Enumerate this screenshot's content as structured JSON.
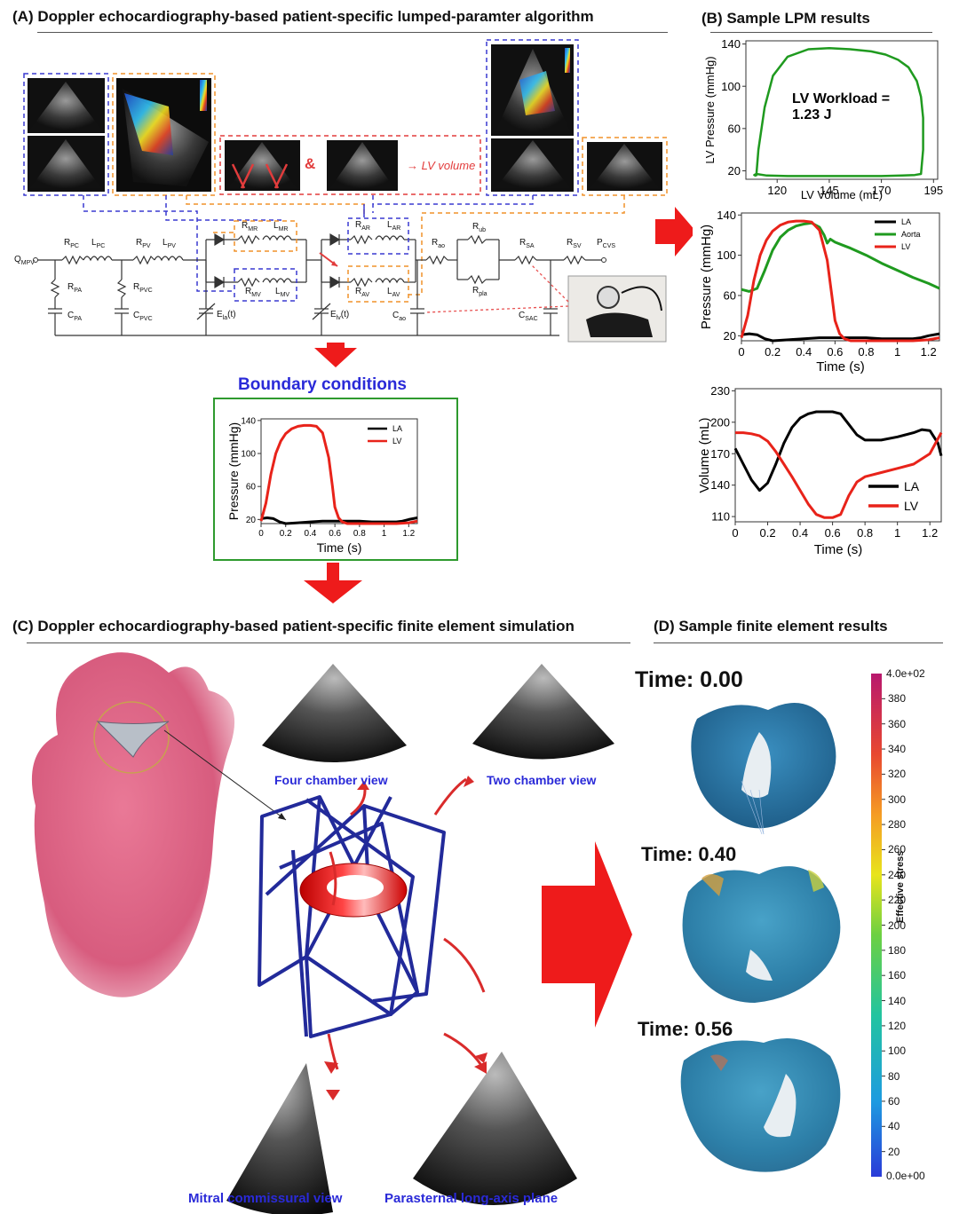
{
  "panels": {
    "a_title": "(A) Doppler echocardiography-based patient-specific lumped-paramter algorithm",
    "b_title": "(B) Sample LPM results",
    "c_title": "(C) Doppler echocardiography-based patient-specific finite element simulation",
    "d_title": "(D) Sample finite element results"
  },
  "panel_a": {
    "lv_volume_label": "→ LV volume",
    "ampersand": "&",
    "boundary_title": "Boundary conditions",
    "circuit_labels": {
      "qmpv": "Q",
      "qmpv_sub": "MPV",
      "rpc": "R",
      "rpc_sub": "PC",
      "lpc": "L",
      "lpc_sub": "PC",
      "rpv": "R",
      "rpv_sub": "PV",
      "lpv": "L",
      "lpv_sub": "PV",
      "rpa": "R",
      "rpa_sub": "PA",
      "cpa": "C",
      "cpa_sub": "PA",
      "rpvc": "R",
      "rpvc_sub": "PVC",
      "cpvc": "C",
      "cpvc_sub": "PVC",
      "rmr": "R",
      "rmr_sub": "MR",
      "lmr": "L",
      "lmr_sub": "MR",
      "rmv": "R",
      "rmv_sub": "MV",
      "lmv": "L",
      "lmv_sub": "MV",
      "ela": "E",
      "ela_sub": "la",
      "ela_t": "(t)",
      "elv": "E",
      "elv_sub": "lv",
      "elv_t": "(t)",
      "rar": "R",
      "rar_sub": "AR",
      "lar": "L",
      "lar_sub": "AR",
      "rav": "R",
      "rav_sub": "AV",
      "lav": "L",
      "lav_sub": "AV",
      "rao": "R",
      "rao_sub": "ao",
      "rub": "R",
      "rub_sub": "ub",
      "rpla": "R",
      "rpla_sub": "pla",
      "cao": "C",
      "cao_sub": "ao",
      "rsa": "R",
      "rsa_sub": "SA",
      "csac": "C",
      "csac_sub": "SAC",
      "rsv": "R",
      "rsv_sub": "SV",
      "pcvs": "P",
      "pcvs_sub": "CVS"
    }
  },
  "panel_c": {
    "four_chamber": "Four chamber view",
    "two_chamber": "Two chamber view",
    "mitral_commissural": "Mitral commissural view",
    "parasternal": "Parasternal long-axis plane"
  },
  "panel_d": {
    "time_labels": [
      "Time: 0.00",
      "Time: 0.40",
      "Time: 0.56"
    ],
    "colorbar": {
      "title": "Effective stress",
      "max_label": "4.0e+02",
      "min_label": "0.0e+00",
      "ticks": [
        "380",
        "360",
        "340",
        "320",
        "300",
        "280",
        "260",
        "240",
        "220",
        "200",
        "180",
        "160",
        "140",
        "120",
        "100",
        "80",
        "60",
        "40",
        "20"
      ]
    }
  },
  "chart_data": [
    {
      "id": "pv_loop",
      "type": "line",
      "xlabel": "LV Volume (mL)",
      "ylabel": "LV Pressure (mmHg)",
      "xlim": [
        105,
        197
      ],
      "ylim": [
        12,
        143
      ],
      "xticks": [
        120,
        145,
        170,
        195
      ],
      "yticks": [
        20,
        60,
        100,
        140
      ],
      "annotation": "LV Workload = 1.23 J",
      "series": [
        {
          "color": "#1f9a1f",
          "x": [
            110,
            111,
            114,
            118,
            125,
            135,
            145,
            155,
            165,
            172,
            178,
            183,
            187,
            189,
            190,
            190,
            189,
            186,
            180,
            170,
            155,
            140,
            125,
            115,
            110,
            109,
            110
          ],
          "y": [
            15,
            40,
            80,
            110,
            128,
            135,
            136,
            135,
            133,
            130,
            125,
            118,
            105,
            90,
            70,
            40,
            17,
            16,
            15.5,
            15,
            15,
            15,
            15,
            15.5,
            17,
            16,
            15
          ]
        }
      ]
    },
    {
      "id": "pressure_lpm",
      "type": "line",
      "xlabel": "Time (s)",
      "ylabel": "Pressure (mmHg)",
      "xlim": [
        0,
        1.27
      ],
      "ylim": [
        15,
        142
      ],
      "xticks": [
        0.0,
        0.2,
        0.4,
        0.6,
        0.8,
        1.0,
        1.2
      ],
      "yticks": [
        20,
        60,
        100,
        140
      ],
      "legend_position": "top-right",
      "series": [
        {
          "name": "LA",
          "color": "#000000",
          "x": [
            0,
            0.05,
            0.1,
            0.15,
            0.2,
            0.3,
            0.4,
            0.5,
            0.6,
            0.7,
            0.8,
            0.9,
            1.0,
            1.1,
            1.15,
            1.2,
            1.27
          ],
          "y": [
            21,
            22,
            21,
            17,
            15,
            16,
            17,
            18,
            18,
            18,
            18,
            17,
            17,
            17,
            18,
            20,
            22
          ]
        },
        {
          "name": "Aorta",
          "color": "#1f9a1f",
          "x": [
            0,
            0.05,
            0.1,
            0.15,
            0.2,
            0.25,
            0.3,
            0.35,
            0.4,
            0.45,
            0.5,
            0.53,
            0.55,
            0.57,
            0.6,
            0.65,
            0.7,
            0.8,
            0.9,
            1.0,
            1.1,
            1.2,
            1.27
          ],
          "y": [
            66,
            64,
            67,
            85,
            105,
            118,
            125,
            129,
            131,
            132,
            128,
            120,
            112,
            116,
            113,
            110,
            107,
            100,
            92,
            85,
            78,
            72,
            67
          ]
        },
        {
          "name": "LV",
          "color": "#e8231a",
          "x": [
            0,
            0.04,
            0.08,
            0.12,
            0.16,
            0.2,
            0.25,
            0.3,
            0.35,
            0.4,
            0.45,
            0.5,
            0.55,
            0.58,
            0.6,
            0.63,
            0.66,
            0.7,
            0.8,
            0.9,
            1.0,
            1.1,
            1.2,
            1.27
          ],
          "y": [
            18,
            40,
            75,
            100,
            115,
            124,
            130,
            133,
            134,
            134,
            133,
            125,
            95,
            60,
            35,
            22,
            17,
            15,
            15,
            15,
            15,
            15,
            16,
            18
          ]
        }
      ]
    },
    {
      "id": "volume_lpm",
      "type": "line",
      "xlabel": "Time (s)",
      "ylabel": "Volume (mL)",
      "xlim": [
        0,
        1.27
      ],
      "ylim": [
        105,
        232
      ],
      "xticks": [
        0.0,
        0.2,
        0.4,
        0.6,
        0.8,
        1.0,
        1.2
      ],
      "yticks": [
        110,
        140,
        170,
        200,
        230
      ],
      "legend_position": "bottom-right",
      "series": [
        {
          "name": "LA",
          "color": "#000000",
          "x": [
            0,
            0.05,
            0.1,
            0.15,
            0.2,
            0.25,
            0.3,
            0.35,
            0.4,
            0.45,
            0.5,
            0.55,
            0.6,
            0.65,
            0.7,
            0.75,
            0.8,
            0.9,
            1.0,
            1.1,
            1.15,
            1.2,
            1.25,
            1.27
          ],
          "y": [
            175,
            160,
            145,
            135,
            142,
            160,
            180,
            195,
            204,
            208,
            210,
            210,
            210,
            208,
            198,
            188,
            183,
            183,
            186,
            190,
            193,
            192,
            180,
            168
          ]
        },
        {
          "name": "LV",
          "color": "#e8231a",
          "x": [
            0,
            0.05,
            0.1,
            0.15,
            0.2,
            0.25,
            0.3,
            0.35,
            0.4,
            0.45,
            0.5,
            0.55,
            0.6,
            0.65,
            0.7,
            0.75,
            0.8,
            0.9,
            1.0,
            1.1,
            1.2,
            1.27
          ],
          "y": [
            190,
            190,
            189,
            187,
            182,
            172,
            160,
            148,
            135,
            122,
            112,
            109,
            109,
            112,
            130,
            143,
            148,
            152,
            156,
            160,
            170,
            190
          ]
        }
      ]
    },
    {
      "id": "boundary_conditions",
      "type": "line",
      "xlabel": "Time (s)",
      "ylabel": "Pressure (mmHg)",
      "xlim": [
        0,
        1.27
      ],
      "ylim": [
        15,
        142
      ],
      "xticks": [
        0.0,
        0.2,
        0.4,
        0.6,
        0.8,
        1.0,
        1.2
      ],
      "yticks": [
        20,
        60,
        100,
        140
      ],
      "legend_position": "top-right",
      "series": [
        {
          "name": "LA",
          "color": "#000000",
          "x": [
            0,
            0.05,
            0.1,
            0.15,
            0.2,
            0.3,
            0.4,
            0.5,
            0.6,
            0.7,
            0.8,
            0.9,
            1.0,
            1.1,
            1.15,
            1.2,
            1.27
          ],
          "y": [
            21,
            22,
            21,
            17,
            15,
            16,
            17,
            18,
            18,
            18,
            18,
            17,
            17,
            17,
            18,
            20,
            22
          ]
        },
        {
          "name": "LV",
          "color": "#e8231a",
          "x": [
            0,
            0.04,
            0.08,
            0.12,
            0.16,
            0.2,
            0.25,
            0.3,
            0.35,
            0.4,
            0.45,
            0.5,
            0.55,
            0.58,
            0.6,
            0.63,
            0.66,
            0.7,
            0.8,
            0.9,
            1.0,
            1.1,
            1.2,
            1.27
          ],
          "y": [
            18,
            40,
            75,
            100,
            115,
            124,
            130,
            133,
            134,
            134,
            133,
            125,
            95,
            60,
            35,
            22,
            17,
            15,
            15,
            15,
            15,
            15,
            16,
            18
          ]
        }
      ]
    }
  ]
}
